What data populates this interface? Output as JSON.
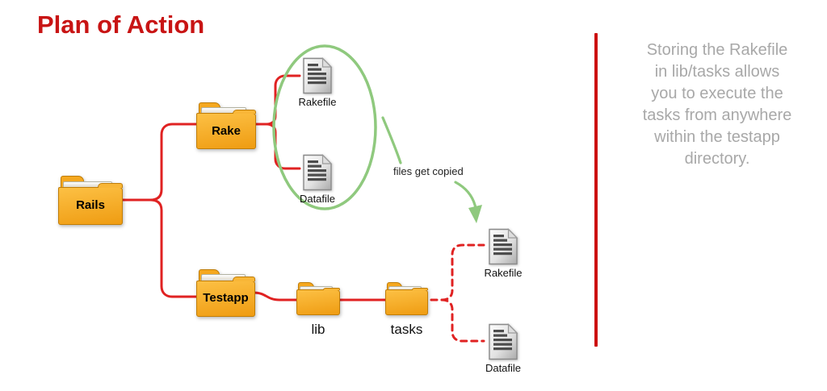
{
  "title": "Plan of Action",
  "diagram": {
    "folders": {
      "rails": {
        "label": "Rails"
      },
      "rake": {
        "label": "Rake"
      },
      "testapp": {
        "label": "Testapp"
      },
      "lib": {
        "label": "lib"
      },
      "tasks": {
        "label": "tasks"
      }
    },
    "files": {
      "rakefile_src": {
        "label": "Rakefile"
      },
      "datafile_src": {
        "label": "Datafile"
      },
      "rakefile_copy": {
        "label": "Rakefile"
      },
      "datafile_copy": {
        "label": "Datafile"
      }
    },
    "annotation": "files get copied",
    "edges": [
      {
        "from": "rails",
        "to": "rake",
        "style": "solid-red"
      },
      {
        "from": "rails",
        "to": "testapp",
        "style": "solid-red"
      },
      {
        "from": "rake",
        "to": "rakefile_src",
        "style": "solid-red"
      },
      {
        "from": "rake",
        "to": "datafile_src",
        "style": "solid-red"
      },
      {
        "from": "testapp",
        "to": "lib",
        "style": "solid-red"
      },
      {
        "from": "lib",
        "to": "tasks",
        "style": "solid-red"
      },
      {
        "from": "tasks",
        "to": "rakefile_copy",
        "style": "dashed-red"
      },
      {
        "from": "tasks",
        "to": "datafile_copy",
        "style": "dashed-red"
      },
      {
        "from": "source_files_ellipse",
        "to": "rakefile_copy",
        "style": "green-arrow"
      }
    ]
  },
  "sidebar": {
    "lines": [
      "Storing the Rakefile",
      "in lib/tasks allows",
      "you to execute the",
      "tasks from anywhere",
      "within the testapp",
      "directory."
    ]
  },
  "icons": {
    "folder": "folder-icon",
    "document": "document-icon",
    "arrow": "curved-arrow-down-icon",
    "highlight": "highlight-ellipse"
  },
  "colors": {
    "title_red": "#c81414",
    "line_red": "#e02222",
    "divider_red": "#cc1111",
    "green": "#8fc97e",
    "sidebar_gray": "#a8a8a8",
    "folder_orange": "#f5a81f",
    "folder_orange_dark": "#ef9c12",
    "folder_border": "#c07d08",
    "text_dark": "#1a1a1a"
  }
}
